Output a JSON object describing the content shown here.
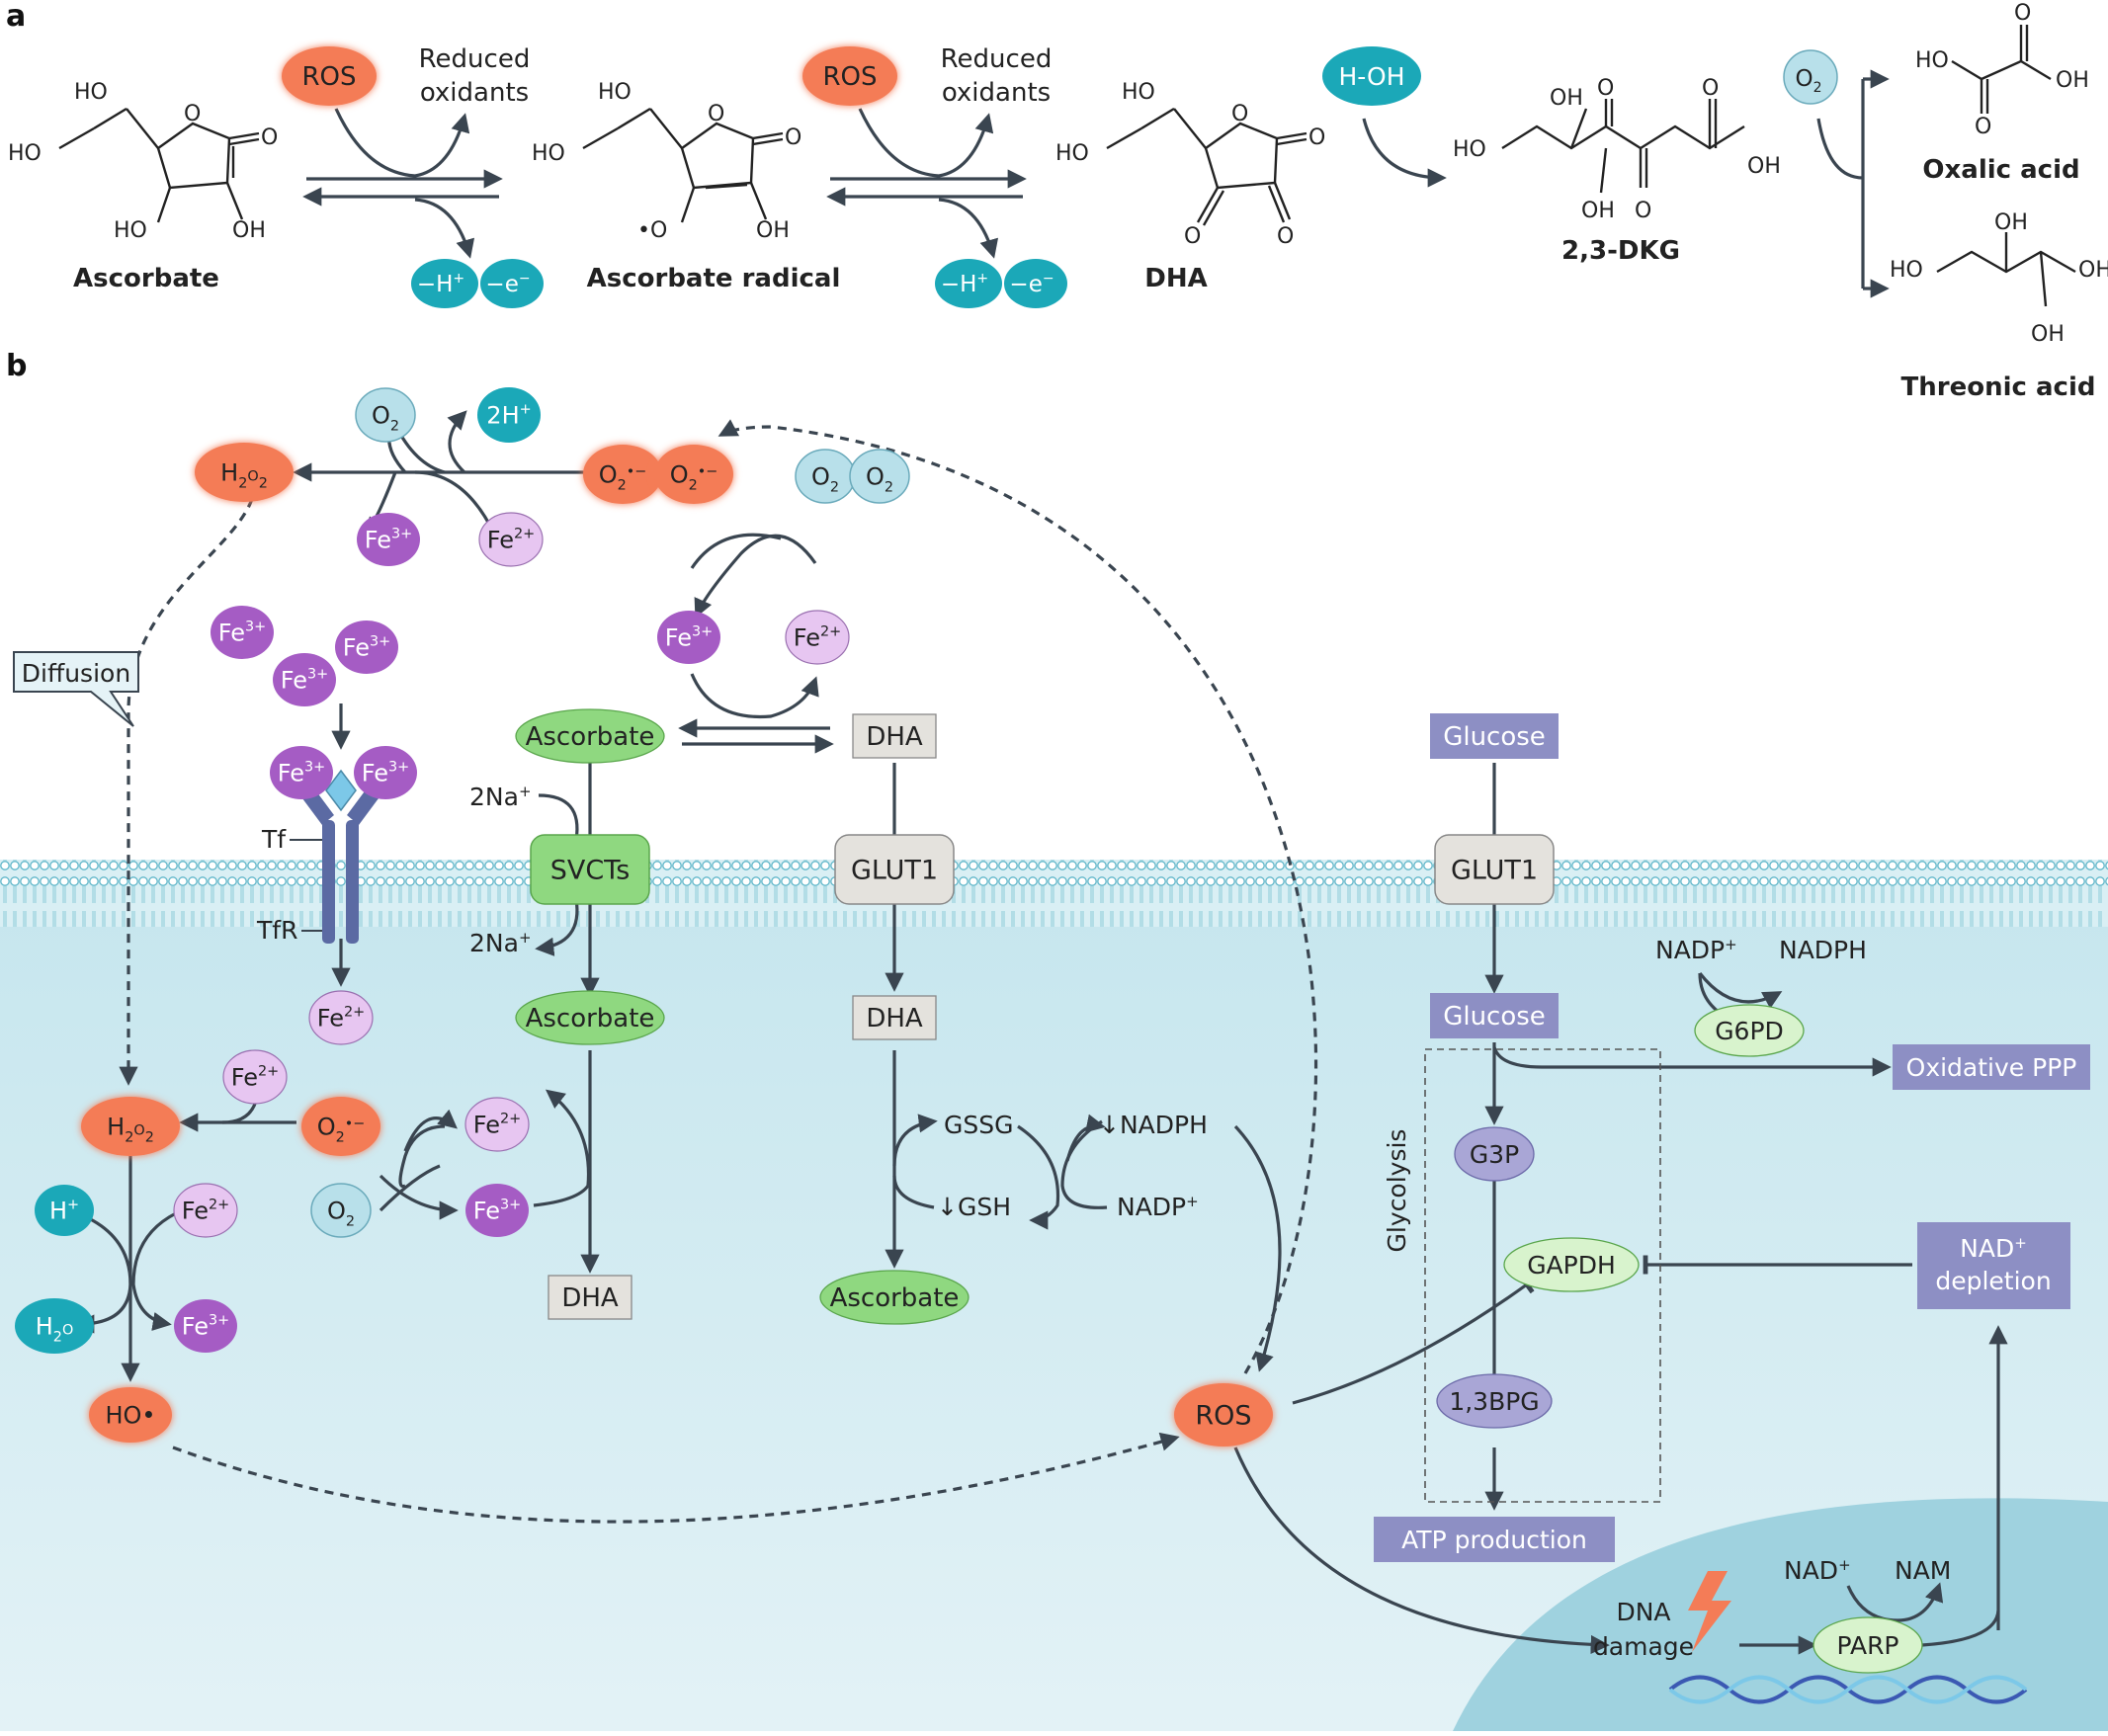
{
  "panel_a": {
    "label": "a",
    "molecules": {
      "ascorbate": "Ascorbate",
      "ascorbate_radical": "Ascorbate radical",
      "dha": "DHA",
      "dkg": "2,3-DKG",
      "oxalic": "Oxalic acid",
      "threonic": "Threonic acid"
    },
    "ros": "ROS",
    "reduced_oxidants": [
      "Reduced",
      "oxidants"
    ],
    "minus_h": "−H",
    "minus_e": "−e",
    "plus": "+",
    "minus": "−",
    "h_oh": "H-OH",
    "o": "O",
    "sub_2": "2",
    "atoms": {
      "ho": "HO",
      "oh": "OH",
      "o": "O",
      "o_radical": "•O"
    }
  },
  "panel_b": {
    "label": "b",
    "diffusion": "Diffusion",
    "h2o2": [
      "H",
      "2",
      "O",
      "2"
    ],
    "o2_radical": [
      "O",
      "2",
      "•−"
    ],
    "o2": [
      "O",
      "2"
    ],
    "two_h": "2H",
    "h_plus": "H",
    "h2o": [
      "H",
      "2",
      "O"
    ],
    "ho_radical": "HO•",
    "fe2": [
      "Fe",
      "2+"
    ],
    "fe3": [
      "Fe",
      "3+"
    ],
    "plus": "+",
    "tf": "Tf",
    "tfr": "TfR",
    "ascorbate": "Ascorbate",
    "dha": "DHA",
    "two_na": "2Na",
    "svcts": "SVCTs",
    "glut1": "GLUT1",
    "gssg": "GSSG",
    "gsh": "↓GSH",
    "nadph_down": "↓NADPH",
    "nadp": "NADP",
    "nadph": "NADPH",
    "glucose": "Glucose",
    "g6pd": "G6PD",
    "oxidative_ppp": "Oxidative PPP",
    "glycolysis": "Glycolysis",
    "g3p": "G3P",
    "gapdh": "GAPDH",
    "bpg": "1,3BPG",
    "atp": "ATP production",
    "nad_depletion": [
      "NAD",
      "depletion"
    ],
    "ros": "ROS",
    "dna_damage": [
      "DNA",
      "damage"
    ],
    "nad": "NAD",
    "nam": "NAM",
    "parp": "PARP"
  },
  "colors": {
    "ros_orange": "#f47c57",
    "teal": "#1ba8b8",
    "light_blue": "#b8e0ea",
    "fe3_purple": "#a55cc4",
    "fe2_purple": "#e7c6f1",
    "green": "#8fd880",
    "box_gray": "#e4e2dd",
    "glucose_box": "#8d8fc4",
    "oval_purple": "#a9a6d6",
    "arrow": "#3a4550",
    "cytoplasm": "#cfe9f0"
  }
}
